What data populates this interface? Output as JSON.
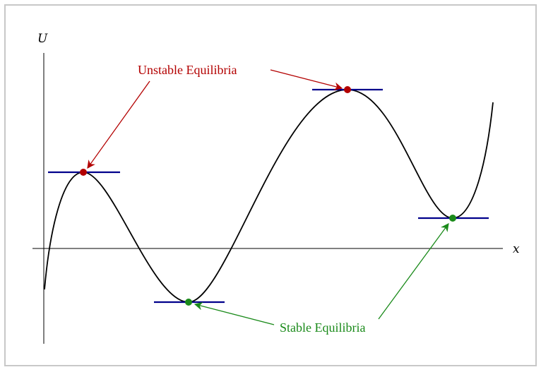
{
  "labels": {
    "y_axis": "U",
    "x_axis": "x",
    "unstable": "Unstable Equilibria",
    "stable": "Stable Equilibria"
  },
  "colors": {
    "curve": "#000000",
    "axes": "#000000",
    "tangent": "#00008b",
    "unstable": "#b30000",
    "stable": "#1a8a1a",
    "frame": "#c8c8c8"
  }
}
